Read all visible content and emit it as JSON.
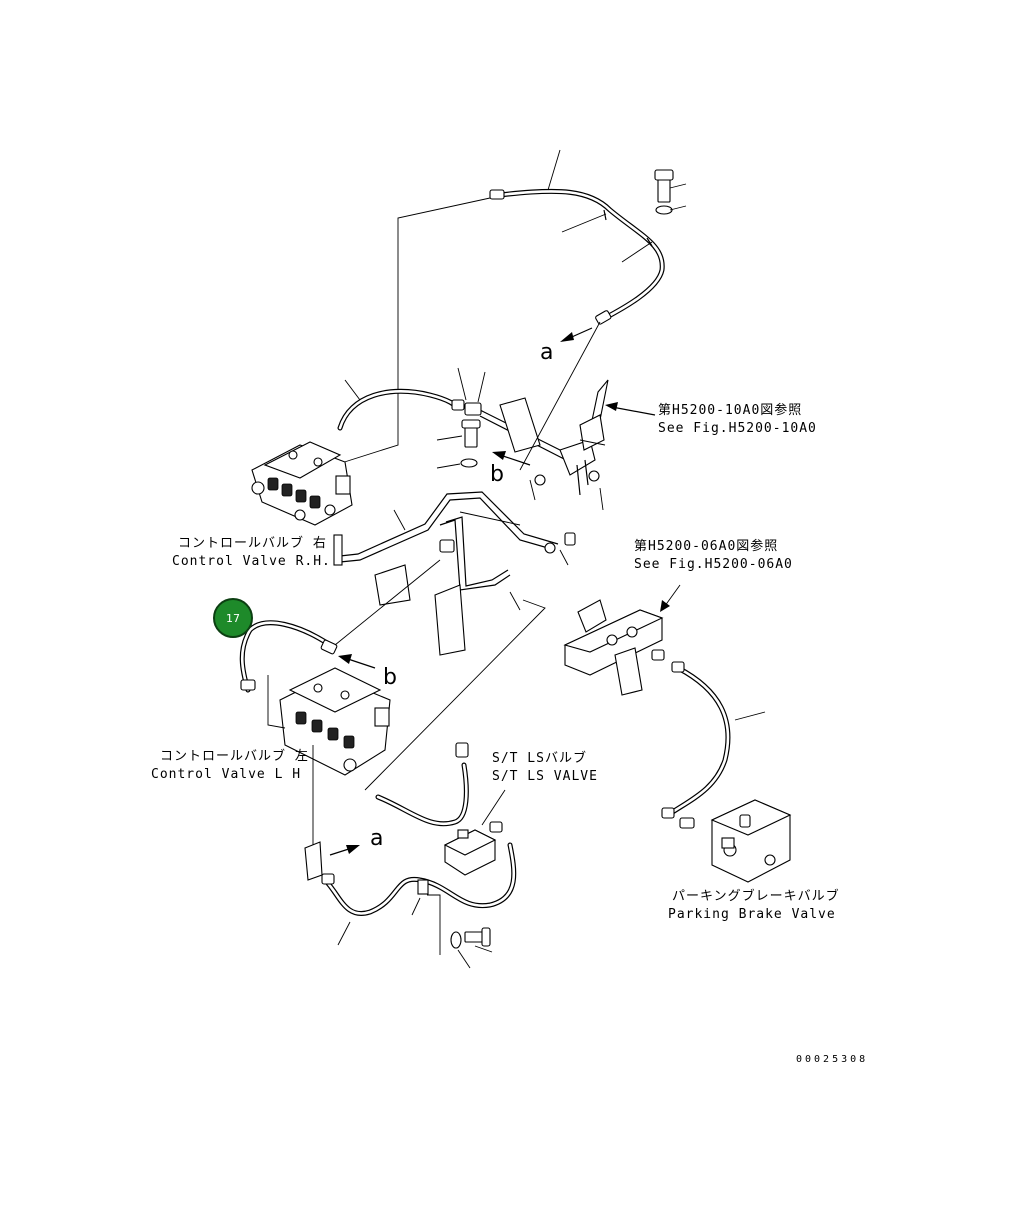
{
  "callout": {
    "number": "17"
  },
  "labels": {
    "control_valve_rh_jp": "コントロールバルブ 右",
    "control_valve_rh_en": "Control Valve R.H.",
    "control_valve_lh_jp": "コントロールバルブ 左",
    "control_valve_lh_en": "Control Valve L H",
    "fig_h5200_10a0_jp": "第H5200-10A0図参照",
    "fig_h5200_10a0_en": "See Fig.H5200-10A0",
    "fig_h5200_06a0_jp": "第H5200-06A0図参照",
    "fig_h5200_06a0_en": "See Fig.H5200-06A0",
    "st_ls_valve_jp": "S/T LSバルブ",
    "st_ls_valve_en": "S/T LS VALVE",
    "parking_brake_jp": "パーキングブレーキバルブ",
    "parking_brake_en": "Parking Brake Valve"
  },
  "markers": {
    "a_top": "a",
    "b_upper": "b",
    "b_lower": "b",
    "a_lower": "a"
  },
  "drawing_code": "00025308",
  "colors": {
    "callout_fill": "#1e8a2a",
    "line": "#000000",
    "background": "#ffffff"
  }
}
